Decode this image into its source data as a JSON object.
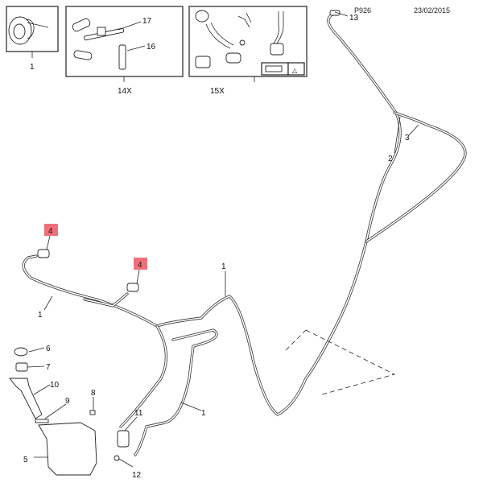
{
  "header": {
    "page_code": "P926",
    "date": "23/02/2015"
  },
  "insets": [
    {
      "label": "1",
      "parts": []
    },
    {
      "label": "14X",
      "parts": [
        "17",
        "16"
      ]
    },
    {
      "label": "15X",
      "parts": []
    }
  ],
  "callouts": {
    "hose_upper_left": "1",
    "hose_center": "1",
    "hose_right": "1",
    "hose_pipe_label_2": "2",
    "connector_3": "3",
    "nozzle_13": "13",
    "nozzle_left_4": "4",
    "nozzle_right_4": "4",
    "cap_6": "6",
    "strainer_7": "7",
    "filler_neck_10": "10",
    "seal_9": "9",
    "clip_8": "8",
    "pump_11": "11",
    "reservoir_5": "5",
    "grommet_12": "12"
  },
  "colors": {
    "highlight": "#f0707a",
    "line": "#222222"
  }
}
